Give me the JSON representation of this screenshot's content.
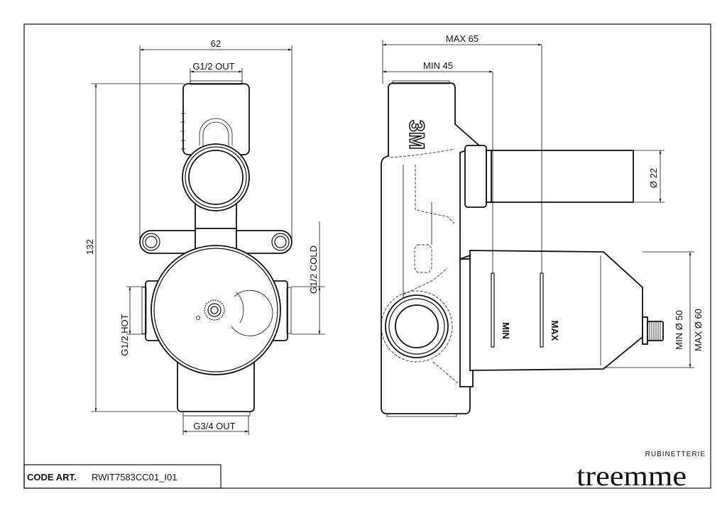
{
  "front_view": {
    "width_dim": "62",
    "height_dim": "132",
    "top_outlet": "G1/2 OUT",
    "bottom_outlet": "G3/4 OUT",
    "hot_inlet": "G1/2 HOT",
    "cold_inlet": "G1/2 COLD"
  },
  "side_view": {
    "max_depth": "MAX  65",
    "min_depth": "MIN  45",
    "cartridge_dia": "Ø 22",
    "body_min_dia": "MIN Ø 50",
    "body_max_dia": "MAX Ø 60",
    "min_mark": "MIN",
    "max_mark": "MAX",
    "brand_mark": "3M"
  },
  "title_block": {
    "code_label": "CODE ART.",
    "code_value": "RWIT7583CC01_I01"
  },
  "logo": {
    "sub": "RUBINETTERIE",
    "name": "treemme"
  }
}
